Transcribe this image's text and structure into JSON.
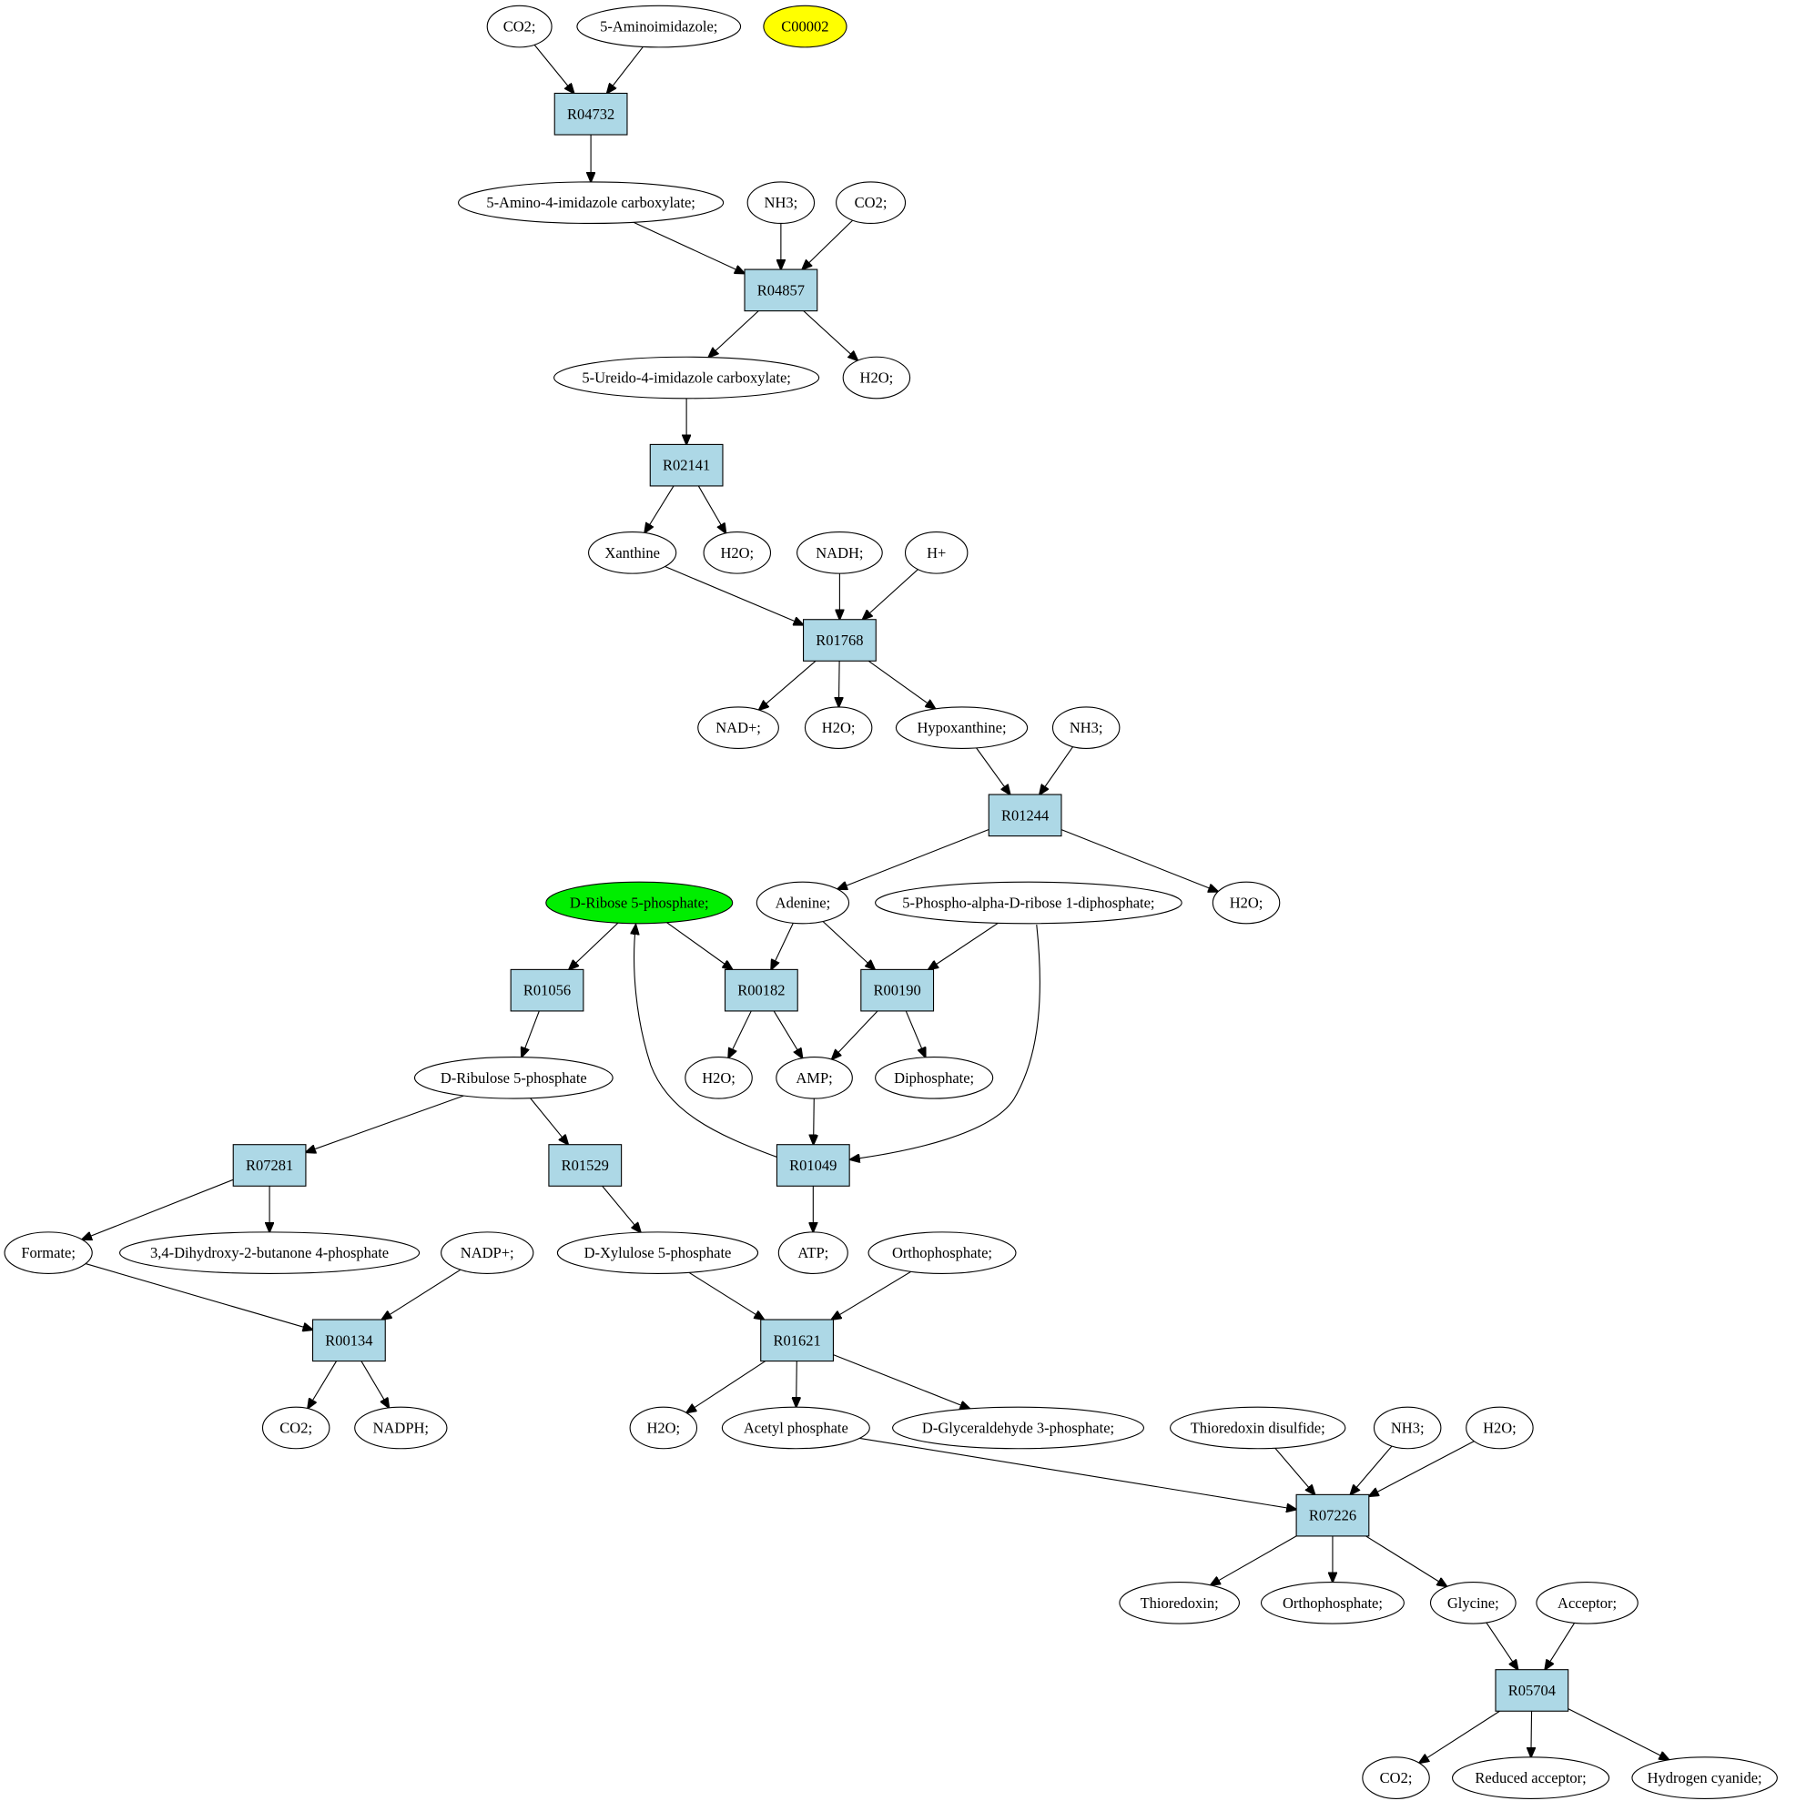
{
  "colors": {
    "compound_fill": "#ffffff",
    "reaction_fill": "#add8e6",
    "highlight_yellow": "#ffff00",
    "highlight_green": "#00ee00",
    "stroke": "#000000"
  },
  "reactions": {
    "r04732": "R04732",
    "r04857": "R04857",
    "r02141": "R02141",
    "r01768": "R01768",
    "r01244": "R01244",
    "r01056": "R01056",
    "r00182": "R00182",
    "r00190": "R00190",
    "r07281": "R07281",
    "r01529": "R01529",
    "r01049": "R01049",
    "r00134": "R00134",
    "r01621": "R01621",
    "r07226": "R07226",
    "r05704": "R05704"
  },
  "compounds": {
    "co2_a": "CO2;",
    "aminoimidazole": "5-Aminoimidazole;",
    "c00002": "C00002",
    "amino_imidazole_carboxylate": "5-Amino-4-imidazole carboxylate;",
    "nh3_a": "NH3;",
    "co2_b": "CO2;",
    "ureido_imidazole_carboxylate": "5-Ureido-4-imidazole carboxylate;",
    "h2o_a": "H2O;",
    "xanthine": "Xanthine",
    "h2o_b": "H2O;",
    "nadh": "NADH;",
    "h_plus": "H+",
    "nad_plus": "NAD+;",
    "h2o_c": "H2O;",
    "hypoxanthine": "Hypoxanthine;",
    "nh3_b": "NH3;",
    "d_ribose_5p": "D-Ribose 5-phosphate;",
    "adenine": "Adenine;",
    "prpp": "5-Phospho-alpha-D-ribose 1-diphosphate;",
    "h2o_d": "H2O;",
    "d_ribulose_5p": "D-Ribulose 5-phosphate",
    "h2o_e": "H2O;",
    "amp": "AMP;",
    "diphosphate": "Diphosphate;",
    "formate": "Formate;",
    "dihydroxy_butanone_4p": "3,4-Dihydroxy-2-butanone 4-phosphate",
    "nadp_plus": "NADP+;",
    "d_xylulose_5p": "D-Xylulose 5-phosphate",
    "atp": "ATP;",
    "orthophosphate_a": "Orthophosphate;",
    "co2_c": "CO2;",
    "nadph": "NADPH;",
    "h2o_f": "H2O;",
    "acetyl_phosphate": "Acetyl phosphate",
    "glyceraldehyde_3p": "D-Glyceraldehyde 3-phosphate;",
    "thioredoxin_disulfide": "Thioredoxin disulfide;",
    "nh3_c": "NH3;",
    "h2o_g": "H2O;",
    "thioredoxin": "Thioredoxin;",
    "orthophosphate_b": "Orthophosphate;",
    "glycine": "Glycine;",
    "acceptor": "Acceptor;",
    "co2_d": "CO2;",
    "reduced_acceptor": "Reduced acceptor;",
    "hydrogen_cyanide": "Hydrogen cyanide;"
  }
}
